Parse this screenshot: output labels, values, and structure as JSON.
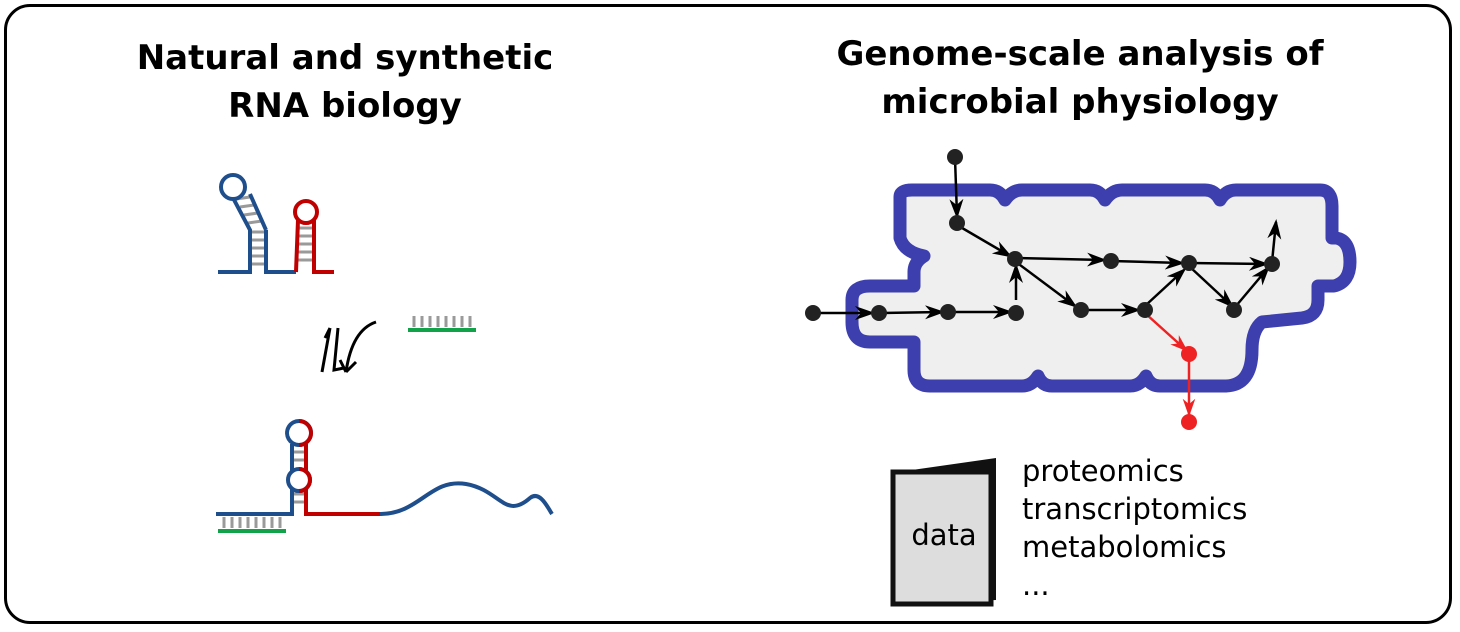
{
  "panels": {
    "left": {
      "title_line1": "Natural and synthetic",
      "title_line2": "RNA biology"
    },
    "right": {
      "title_line1": "Genome-scale analysis of",
      "title_line2": "microbial physiology",
      "data_label": "data",
      "omics": [
        "proteomics",
        "transcriptomics",
        "metabolomics",
        "..."
      ]
    }
  },
  "colors": {
    "rna_blue": "#1f4e8c",
    "rna_red": "#c00000",
    "binder_green": "#12a34a",
    "base_pair_gray": "#9a9a9a",
    "cell_border": "#3d3fae",
    "cell_fill": "#efefef",
    "node_black": "#222222",
    "node_red": "#ee2222"
  }
}
